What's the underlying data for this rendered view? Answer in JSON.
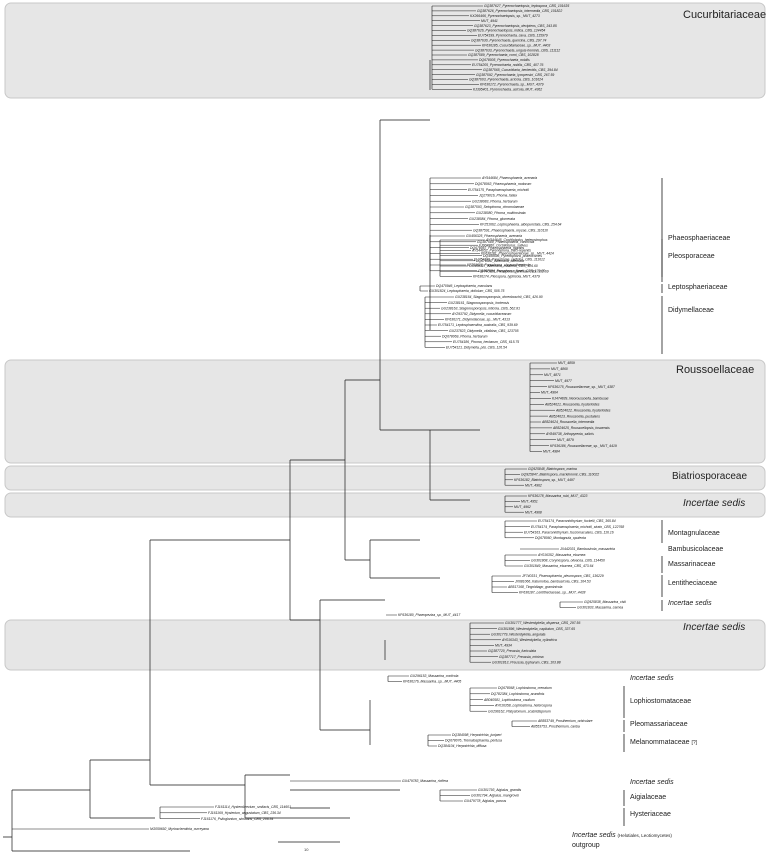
{
  "families": {
    "cucurbitariaceae": "Cucurbitariaceae",
    "phaeosphaeriaceae": "Phaeosphaeriaceae",
    "pleosporaceae": "Pleosporaceae",
    "leptosphaeriaceae": "Leptosphaeriaceae",
    "didymellaceae": "Didymellaceae",
    "roussoellaceae": "Roussoellaceae",
    "biatriosporaceae": "Biatriosporaceae",
    "incertae_sedis_1": "Incertae sedis",
    "montagnulaceae": "Montagnulaceae",
    "bambusicolaceae": "Bambusicolaceae",
    "massarinaceae": "Massarinaceae",
    "lentitheciaceae": "Lentitheciaceae",
    "incertae_sedis_2": "Incertae sedis",
    "incertae_sedis_3": "Incertae sedis",
    "incertae_sedis_4": "Incertae sedis",
    "lophiostomataceae": "Lophiostomataceae",
    "pleomassariaceae": "Pleomassariaceae",
    "melanommataceae": "Melanommataceae",
    "melanommataceae_note": "[?]",
    "incertae_sedis_5": "Incertae sedis",
    "aigialaceae": "Aigialaceae",
    "hysteriaceae": "Hysteriaceae",
    "incertae_sedis_6": "Incertae sedis",
    "incertae_sedis_6_note": "(Helotiales, Leotiomycetes)",
    "outgroup": "outgroup"
  },
  "scale_label": "10",
  "leaves": {
    "cuc": [
      "GQ387627_Pyrenochaetopsis_leptospora_CBS_101635",
      "GQ387626_Pyrenochaetopsis_intermedia_CBS_101822",
      "KX266466_Pyrenochaetopsis_sp._MUT_4273",
      "MUT_4941",
      "GQ387623_Pyrenochaetopsis_decipiens_CBS_343.85",
      "GQ387626_Pyrenochaetopsis_indica_CBS_124454",
      "EU754199_Pyrenochaeta_cava_CBS_115979",
      "GQ387630_Pyrenochaeta_quercina_CBS_297.74",
      "KF636185_Cucurbitariaceae_sp._MUT_4403",
      "GQ387633_Pyrenochaeta_unguis-hominis_CBS_111112",
      "GQ387589_Pyrenochaeta_corni_CBS_102828",
      "DQ678005_Pyrenochaeta_nobilis",
      "EU754205_Pyrenochaeta_nobilis_CBS_407.76",
      "GQ387565_Cucurbitaria_berberidis_CBS_394.84",
      "GQ387592_Pyrenochaeta_lycopersici_CBS_267.59",
      "GQ387603_Pyrenochaeta_acicola_CBS_101624",
      "KF636172_Pyrenochaeta_sp._MUT_4379",
      "KJ395401_Pyrenochaeta_acicola_MUT_4362"
    ],
    "pha": [
      "AY544684_Phaeosphaeria_avenaria",
      "DQ678063_Phaeosphaeria_nodorum",
      "EU754175_Paraphaeosphaeria_michotii",
      "JQ279016_Phoma_fallax",
      "GU238083_Phoma_herbarum",
      "GQ387593_Setophoma_chromolaenae",
      "GU238080_Phoma_multirostrata",
      "GU238084_Phoma_glomerata",
      "KF251662_Leptosphaeria_albopunctata_CBS_254.64",
      "GQ387591_Phaeosphaeria_oryzae_CBS_110110",
      "GU456325_Phaeosphaeria_avenaria",
      "GQ387589_Phaeosphaeria_caricicola",
      "DQ678067_Phaeosphaeria_nigrans",
      "KF636181_Phaeosphaeriaceae_sp._MUT_4424",
      "EU754190_Paraphoma_radicina_CBS_111612",
      "KF251616_Paraphoma_chrysanthemicola",
      "GQ387584_Paraphoma_fimeti_CBS_170.70"
    ],
    "ple": [
      "AY544645_Cochliobolus_heterostrophus",
      "FJ004860_Cochliobolus_sativus",
      "AY544652_Pyrenophora_tritici-repentis",
      "DQ499596_Pyrenophora_phaeocomes",
      "DQ678082_Alternaria_alternata",
      "GU456327_Alternaria_maritima_CBS_126.60",
      "JF740325_Pleospora_typhicola_CBS_132.69",
      "KF636174_Pleospora_typhicola_MUT_4379"
    ],
    "lep": [
      "DQ470946_Leptosphaeria_maculans",
      "GU301824_Leptosphaeria_doliolum_CBS_505.75"
    ],
    "did": [
      "GU238164_Stagonosporopsis_dorenboschii_CBS_426.90",
      "GU238161_Stagonosporopsis_hortensis",
      "GU238163_Stagonosporopsis_loticola_CBS_562.81",
      "AY293792_Didymella_cucurbitacearum",
      "KF636171_Didymellaceae_sp._MUT_4313",
      "EU754171_Leptosphaerulina_australis_CBS_939.69",
      "GU237823_Didymella_vitalbina_CBS_123705",
      "DQ678069_Phoma_herbarum",
      "EU754186_Phoma_herbarum_CBS_615.75",
      "EU754121_Didymella_pisi_CBS_126.54"
    ],
    "rou": [
      "MUT_4859",
      "MUT_4860",
      "MUT_4871",
      "MUT_4977",
      "KF636175_Roussoellaceae_sp._MUT_4387",
      "MUT_4964",
      "KJ474839_Neoroussoella_bambusae",
      "AB524621_Roussoella_hysterioides",
      "AB524622_Roussoella_hysterioides",
      "AB524623_Roussoella_pustulans",
      "AB524624_Roussoella_intermedia",
      "AB524625_Roussoellopsis_tosaensis",
      "AY849738_Arthopyrenia_salicis",
      "MUT_4879",
      "KF636186_Roussoellaceae_sp._MUT_4419",
      "MUT_4984"
    ],
    "bia": [
      "GQ925848_Biatriospora_marina",
      "GQ925847_Biatriospora_mackinnonii_CBS_110022",
      "KF636182_Biatriospora_sp._MUT_4497",
      "MUT_4962"
    ],
    "inc1": [
      "KF636178_Massarina_rubi_MUT_4323",
      "MUT_4951",
      "MUT_4962",
      "MUT_4968"
    ],
    "mon": [
      "EU754174_Paraconiothyrium_fuckelii_CBS_365.84",
      "EU754174_Paraphaeosphaeria_michotii_strain_CBS_122768",
      "EU754163_Paraconiothyrium_fuscomaculans_CBS_116.16",
      "DQ678060_Montagnula_opulenta"
    ],
    "bam": [
      "JX442031_Bambusicola_massarinia"
    ],
    "mas": [
      "AY016352_Massarina_eburnea",
      "GU301808_Corynespora_olivacea_CBS_114450",
      "GU301849_Massarina_eburnea_CBS_473.64"
    ],
    "len": [
      "JF740331_Phaeosphaeria_pleurospora_CBS_136229",
      "JX681066_Katumotoa_bambusicola_CBS_164.53",
      "AB517168_Tingoldiago_graminicola",
      "KF636187_Lentitheciaceae_sp._MUT_4428"
    ],
    "inc2": [
      "GQ925838_Massarina_cisti",
      "GU301833_Massarina_carnea"
    ],
    "extra1": [
      "KF636180_Phaeopeziza_sp._MUT_4417"
    ],
    "inc3": [
      "GU301777_Westerdykella_dispersa_CBS_297.56",
      "GU301896_Westerdykella_capitulum_CBS_337.65",
      "GU301779_Westerdykella_angulata",
      "AY016343_Westerdykella_cylindrica",
      "MUT_4934",
      "GQ387720_Preussia_funiculata",
      "GQ387717_Preussia_minima",
      "GU301813_Preussia_typharum_CBS_103.88"
    ],
    "inc4": [
      "GU296153_Massarina_corticola",
      "KF636176_Massarina_sp._MUT_4405"
    ],
    "lop": [
      "DQ678068_Lophiostoma_crenatum",
      "DQ782384_Lophiostoma_arundinis",
      "AB040581_Lophiostoma_caulium",
      "AY016358_Lophiostoma_heterospora",
      "GU296162_Platystomum_scabridisporum"
    ],
    "pmas": [
      "AB553749_Prosthemium_orbiculare",
      "AB553753_Prosthemium_canba"
    ],
    "mel": [
      "DQ384098_Herpotrichia_juniperi",
      "DQ678076_Trematosphaeria_pertusa",
      "DQ384104_Herpotrichia_diffusa"
    ],
    "inc5": [
      "GU479783_Massarina_ricifera"
    ],
    "aig": [
      "GU301793_Aigialus_grandis",
      "GU301794_Aigialus_mangrovei",
      "GU479778_Aigialus_parvus"
    ],
    "hys": [
      "FJ161114_Hysterobrevium_smilacis_CBS_114601",
      "FJ161169_Hysterium_angustatum_CBS_236.34",
      "FJ161176_Psiloglonium_simulans_CBS_206.34"
    ],
    "out": [
      "NG059692_Myriosclerotinia_curreyana"
    ]
  },
  "colors": {
    "box": "#e6e6e6",
    "box_border": "#c8c8c8",
    "branch": "#1a1a1a"
  }
}
